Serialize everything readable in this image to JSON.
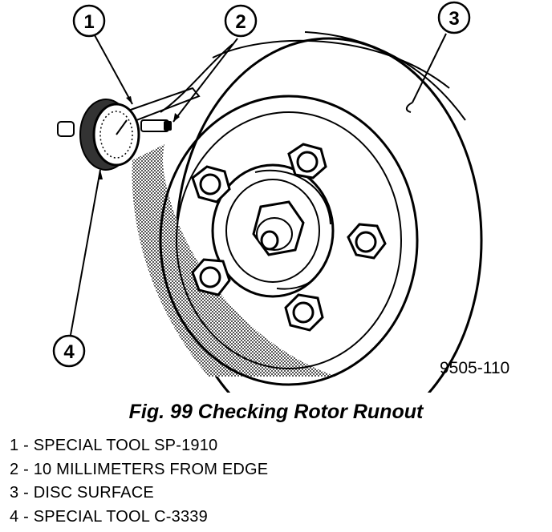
{
  "figure": {
    "code": "9505-110",
    "caption": "Fig. 99 Checking Rotor Runout",
    "callouts": [
      "1",
      "2",
      "3",
      "4"
    ]
  },
  "legend": [
    "1 - SPECIAL TOOL SP-1910",
    "2 - 10 MILLIMETERS FROM EDGE",
    "3 - DISC SURFACE",
    "4 - SPECIAL TOOL C-3339"
  ],
  "colors": {
    "ink": "#000000",
    "paper": "#ffffff",
    "shade": "#8a8a8a"
  },
  "icons": [
    "dial-indicator-icon",
    "rotor-icon",
    "lug-nut-icon",
    "hub-nut-icon"
  ]
}
